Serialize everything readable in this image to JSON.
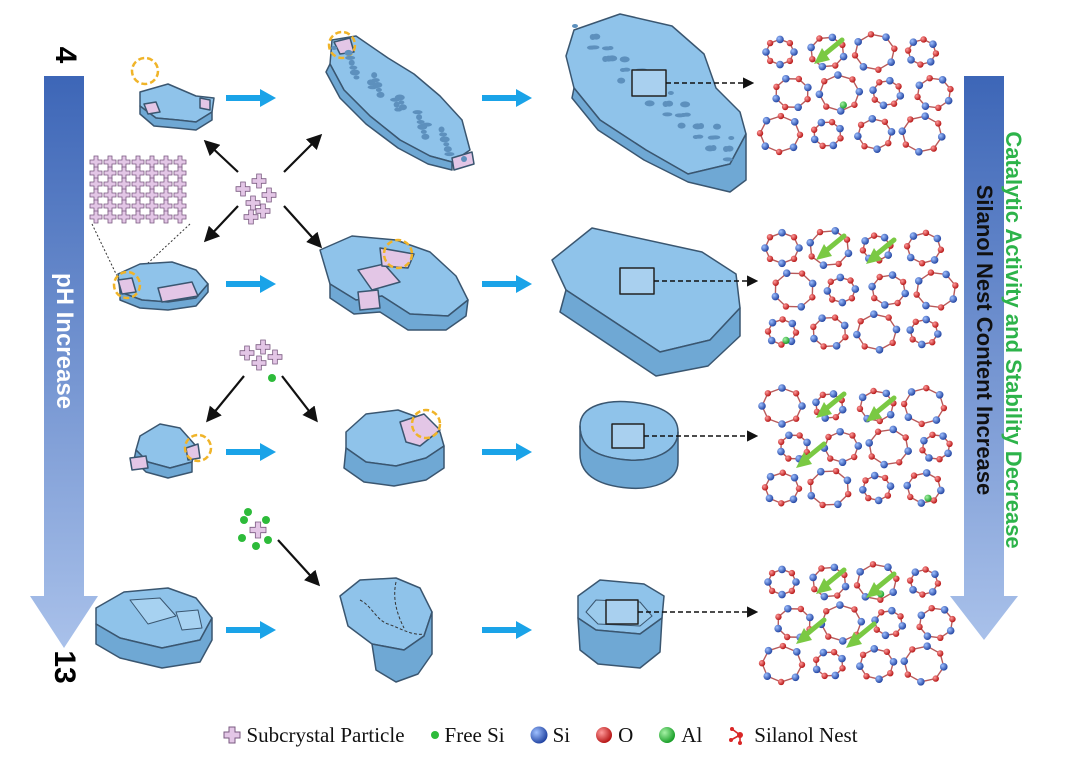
{
  "left_axis": {
    "label": "pH Increase",
    "start": "4",
    "end": "13"
  },
  "right_axis": {
    "label_green": "Catalytic Activity and Stability Decrease",
    "label_black": "Silanol Nest Content Increase"
  },
  "legend": [
    {
      "key": "subcrystal",
      "label": "Subcrystal Particle",
      "icon": "subcrystal-particle-icon"
    },
    {
      "key": "freesi",
      "label": "Free Si",
      "icon": "free-si-dot-icon"
    },
    {
      "key": "si",
      "label": "Si",
      "icon": "si-atom-icon"
    },
    {
      "key": "o",
      "label": "O",
      "icon": "o-atom-icon"
    },
    {
      "key": "al",
      "label": "Al",
      "icon": "al-atom-icon"
    },
    {
      "key": "nest",
      "label": "Silanol Nest",
      "icon": "silanol-nest-icon"
    }
  ],
  "colors": {
    "crystal": "#8fc3ea",
    "crystal_edge": "#3a5670",
    "subcrystal": "#e3c6e6",
    "highlight": "#f0b429",
    "arrow": "#1aa3e8",
    "si": "#3a67c9",
    "o": "#d92626",
    "al": "#2dbb3a",
    "green_text": "#2db34a",
    "axis_dark": "#3d66b7",
    "axis_light": "#9bb6e3"
  },
  "rows": [
    {
      "stage": "row-1",
      "nest_arrows": 1
    },
    {
      "stage": "row-2",
      "nest_arrows": 2
    },
    {
      "stage": "row-3",
      "nest_arrows": 3
    },
    {
      "stage": "row-4",
      "nest_arrows": 4
    }
  ]
}
